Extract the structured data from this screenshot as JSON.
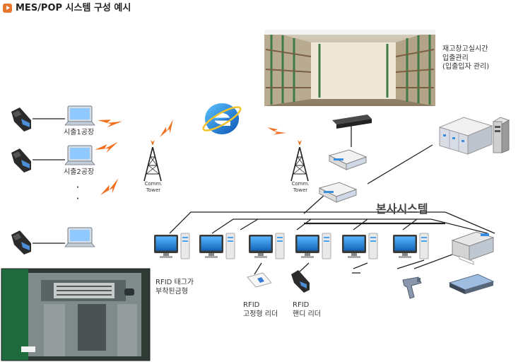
{
  "header": {
    "title": "MES/POP 시스템  구성 예시"
  },
  "colors": {
    "accent": "#e8772e",
    "line": "#222222",
    "bolt": "#f07020",
    "monitor": "#2a8bd6"
  },
  "labels": {
    "factory1": "시출1공장",
    "factory2": "시출2공장",
    "ellipsis1": "·",
    "ellipsis2": "·",
    "warehouse": [
      "재고창고실시간",
      "입출관리",
      "(입출입자 관리)"
    ],
    "tower1": [
      "Comm.",
      "Tower"
    ],
    "tower2": [
      "Comm.",
      "Tower"
    ],
    "hq": "본사시스템",
    "rfid_tag": [
      "RFID 태그가",
      "부착된금형"
    ],
    "rfid_fixed": [
      "RFID",
      "고정형 리더"
    ],
    "rfid_handy": [
      "RFID",
      "핸디 리더"
    ]
  },
  "icons": {
    "browser": "ie-browser-icon",
    "tower": "comm-tower-icon",
    "laptop": "laptop-icon",
    "pda": "handheld-terminal-icon",
    "server": "server-icon",
    "router": "router-icon",
    "switch": "network-switch-icon",
    "pc": "desktop-pc-icon",
    "printer": "label-printer-icon",
    "scanner": "flatbed-scanner-icon",
    "barcode": "barcode-scanner-icon",
    "rfid_card": "rfid-tag-icon"
  }
}
